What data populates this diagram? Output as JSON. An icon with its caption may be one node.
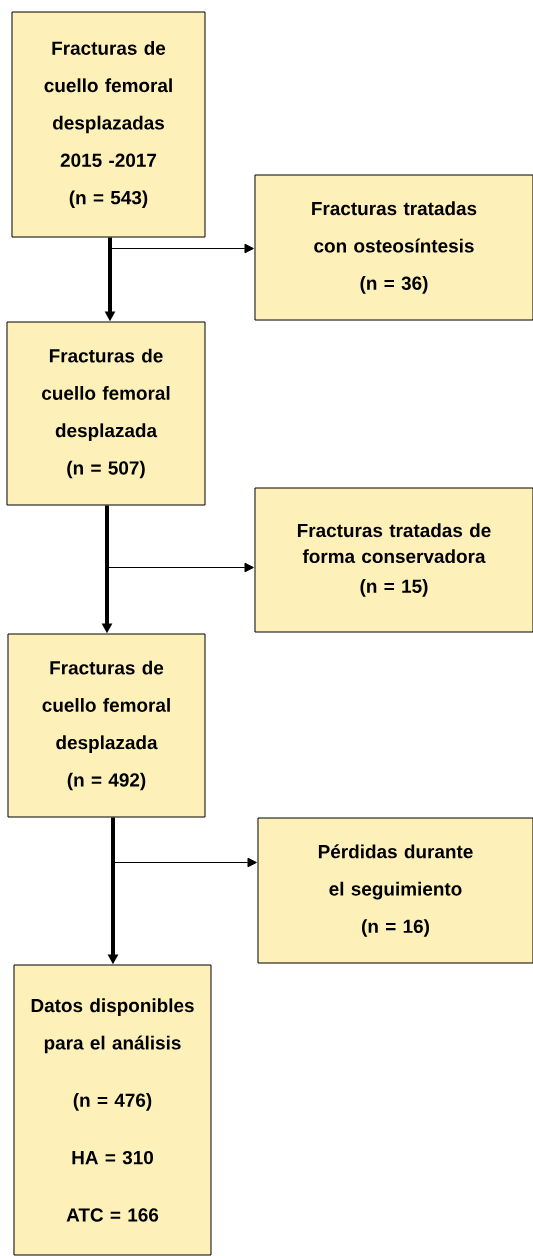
{
  "diagram": {
    "nodes": [
      {
        "text": [
          "Fracturas de cuello femoral desplazadas 2015 -2017",
          "(n = 543)"
        ]
      },
      {
        "text": [
          "Fracturas tratadas con osteosíntesis",
          "(n = 36)"
        ]
      },
      {
        "text": [
          "Fracturas de cuello femoral desplazada",
          "(n = 507)"
        ]
      },
      {
        "text": [
          "Fracturas tratadas de forma conservadora",
          "(n = 15)"
        ]
      },
      {
        "text": [
          "Fracturas de cuello femoral desplazada",
          "(n = 492)"
        ]
      },
      {
        "text": [
          "Pérdidas durante el seguimiento",
          "(n = 16)"
        ]
      },
      {
        "text": [
          "Datos disponibles para el análisis",
          "(n = 476)",
          "HA = 310",
          "ATC = 166"
        ]
      }
    ],
    "edges": [
      {
        "from": 0,
        "to": 2,
        "arrow": "to",
        "style": "thick"
      },
      {
        "from": 0,
        "to": 1,
        "arrow": "to"
      },
      {
        "from": 2,
        "to": 4,
        "arrow": "to",
        "style": "thick"
      },
      {
        "from": 2,
        "to": 3,
        "arrow": "to"
      },
      {
        "from": 4,
        "to": 6,
        "arrow": "to",
        "style": "thick"
      },
      {
        "from": 4,
        "to": 5,
        "arrow": "to"
      }
    ]
  }
}
